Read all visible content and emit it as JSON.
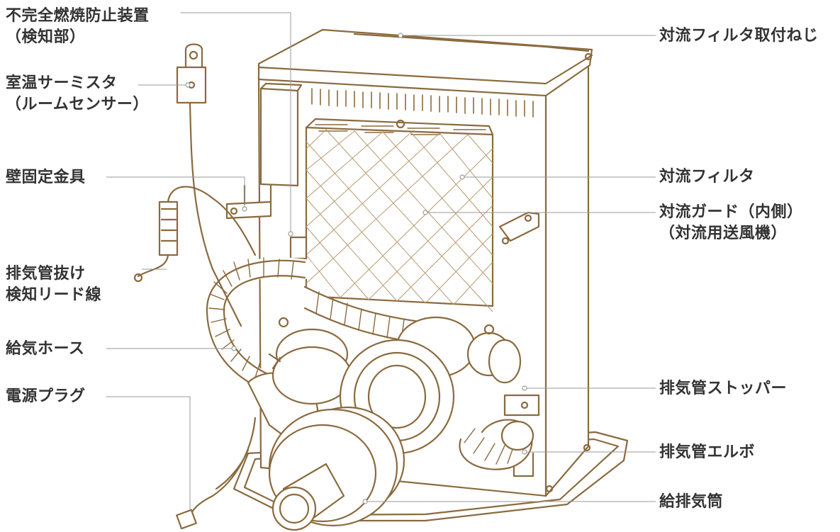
{
  "colors": {
    "line": "#8a6a3e",
    "line_light": "#b89a70",
    "leader": "#9a9a9a",
    "label": "#333333",
    "background": "#ffffff"
  },
  "labels": {
    "incomplete_combustion": [
      "不完全燃焼防止装置",
      "（検知部）"
    ],
    "room_thermistor": [
      "室温サーミスタ",
      "（ルームセンサー）"
    ],
    "wall_bracket": [
      "壁固定金具"
    ],
    "exhaust_detect_lead": [
      "排気管抜け",
      "検知リード線"
    ],
    "intake_hose": [
      "給気ホース"
    ],
    "power_plug": [
      "電源プラグ"
    ],
    "filter_screw": [
      "対流フィルタ取付ねじ"
    ],
    "convection_filter": [
      "対流フィルタ"
    ],
    "convection_guard": [
      "対流ガード（内側）",
      "（対流用送風機）"
    ],
    "exhaust_stopper": [
      "排気管ストッパー"
    ],
    "exhaust_elbow": [
      "排気管エルボ"
    ],
    "flue_pipe": [
      "給排気筒"
    ]
  }
}
